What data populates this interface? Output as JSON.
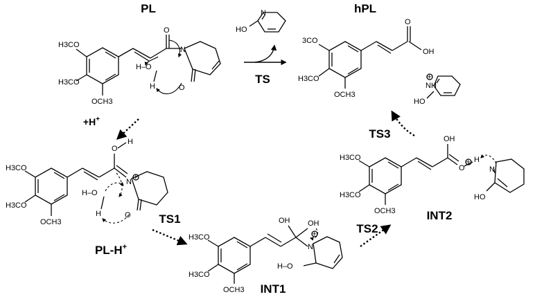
{
  "labels": {
    "pl": "PL",
    "hpl": "hPL",
    "ts": "TS",
    "pl_h": "PL-H",
    "plus": "+",
    "proton": "+H",
    "ts1": "TS1",
    "ts2": "TS2",
    "ts3": "TS3",
    "int1": "INT1",
    "int2": "INT2"
  },
  "atoms": {
    "methoxy_a": "H3CO",
    "methoxy_b": "OCH3",
    "methoxy_c": "3CO",
    "oxygen": "O",
    "nitrogen": "N",
    "hydrogen": "H",
    "hydroxyl_left": "HO",
    "hydroxyl": "OH",
    "water_h_o": "H–O"
  }
}
